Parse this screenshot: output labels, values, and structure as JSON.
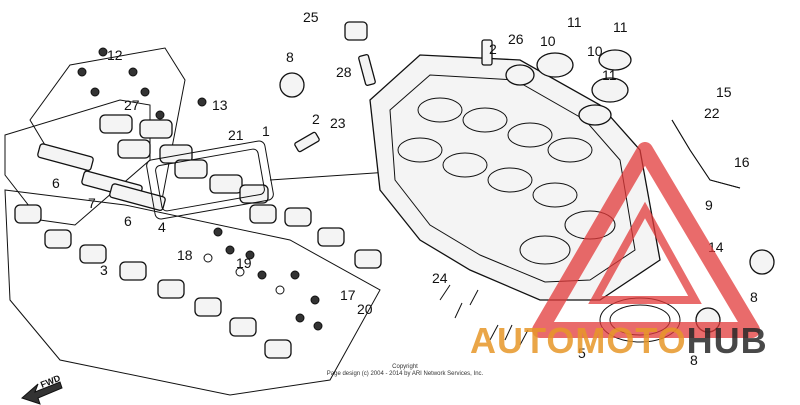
{
  "diagram": {
    "part_labels": [
      "1",
      "2",
      "2",
      "3",
      "4",
      "5",
      "6",
      "6",
      "7",
      "8",
      "8",
      "8",
      "9",
      "10",
      "10",
      "11",
      "11",
      "11",
      "12",
      "13",
      "14",
      "15",
      "16",
      "17",
      "18",
      "19",
      "20",
      "21",
      "22",
      "23",
      "24",
      "25",
      "26",
      "27",
      "28"
    ],
    "direction_label": "FWD",
    "copyright_lines": [
      "Copyright",
      "Page design (c) 2004 - 2014 by ARI Network Services, Inc."
    ]
  },
  "watermark": {
    "part1": "AUTOMOTO",
    "part2": "HUB",
    "colors": {
      "triangle": "#e23a3a",
      "text_orange": "#e6962a",
      "text_dark": "#282828"
    }
  }
}
